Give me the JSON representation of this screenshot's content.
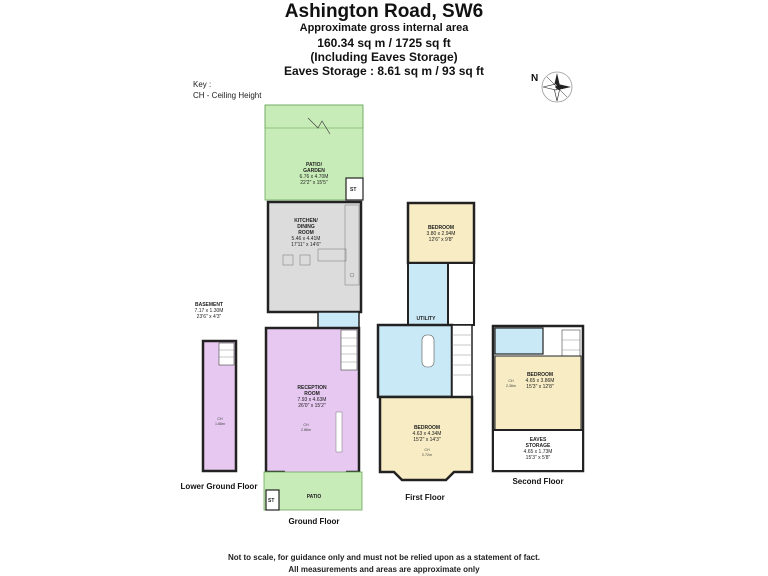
{
  "header": {
    "title": "Ashington Road, SW6",
    "subtitle": "Approximate gross internal area",
    "area_total": "160.34 sq m /  1725 sq ft",
    "area_note": "(Including Eaves Storage)",
    "eaves_area": "Eaves Storage : 8.61 sq m /  93 sq ft"
  },
  "key": {
    "title": "Key :",
    "ch": "CH - Ceiling Height"
  },
  "compass": {
    "label": "N"
  },
  "colors": {
    "garden": "#c8ecb8",
    "kitchen": "#dcdcdc",
    "reception": "#e6c8f0",
    "basement": "#e6c8f0",
    "bedroom": "#f7ecc3",
    "bathroom": "#c9e9f6",
    "eaves": "#ffffff",
    "wall": "#222222"
  },
  "floors": {
    "lower_ground": "Lower Ground Floor",
    "ground": "Ground Floor",
    "first": "First Floor",
    "second": "Second Floor"
  },
  "rooms": {
    "patio_garden": {
      "name1": "PATIO/",
      "name2": "GARDEN",
      "dim_m": "6.76 x 4.70M",
      "dim_ft": "22'2\" x 15'5\""
    },
    "kitchen": {
      "name1": "KITCHEN/",
      "name2": "DINING",
      "name3": "ROOM",
      "dim_m": "5.46 x 4.41M",
      "dim_ft": "17'11\" x 14'6\""
    },
    "reception": {
      "name1": "RECEPTION",
      "name2": "ROOM",
      "dim_m": "7.93 x 4.63M",
      "dim_ft": "26'0\" x 15'2\"",
      "ch1": "CH",
      "ch2": "2.86m"
    },
    "patio_front": {
      "name": "PATIO"
    },
    "st_rear": "ST",
    "st_front": "ST",
    "basement": {
      "name": "BASEMENT",
      "dim_m": "7.17 x 1.30M",
      "dim_ft": "23'6\" x 4'3\"",
      "ch1": "CH",
      "ch2": "1.66m"
    },
    "bedroom_1f_rear": {
      "name": "BEDROOM",
      "dim_m": "3.80 x 2.94M",
      "dim_ft": "12'6\" x 9'8\""
    },
    "utility": {
      "name": "UTILITY"
    },
    "bedroom_1f_front": {
      "name": "BEDROOM",
      "dim_m": "4.63 x 4.34M",
      "dim_ft": "15'2\" x 14'3\"",
      "ch1": "CH",
      "ch2": "2.72m"
    },
    "bedroom_2f": {
      "name": "BEDROOM",
      "dim_m": "4.65 x 3.86M",
      "dim_ft": "15'3\" x 12'8\"",
      "ch1": "CH",
      "ch2": "2.36m"
    },
    "eaves_storage": {
      "name1": "EAVES",
      "name2": "STORAGE",
      "dim_m": "4.65 x 1.73M",
      "dim_ft": "15'3\" x 5'8\""
    }
  },
  "footer": {
    "line1": "Not to scale, for guidance only and must not be relied upon as a statement of fact.",
    "line2": "All measurements and areas are approximate only"
  }
}
